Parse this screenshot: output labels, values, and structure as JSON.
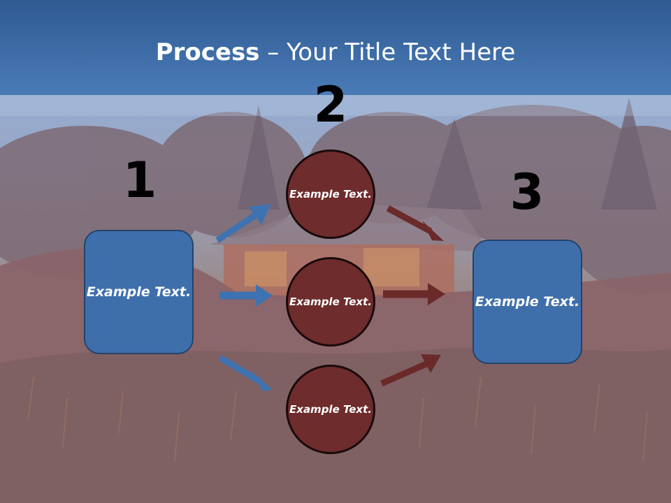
{
  "slide": {
    "title_bold": "Process",
    "title_rest": " – Your Title Text Here"
  },
  "steps": {
    "num1": "1",
    "num2": "2",
    "num3": "3"
  },
  "nodes": {
    "left": "Example Text.",
    "top": "Example Text.",
    "middle": "Example Text.",
    "bottom": "Example Text.",
    "right": "Example Text."
  },
  "colors": {
    "header": "#3b6aa6",
    "box": "#3f6fab",
    "circle": "#6e2c2c",
    "arrow_blue": "#3f72b0",
    "arrow_red": "#6a2a2a"
  }
}
